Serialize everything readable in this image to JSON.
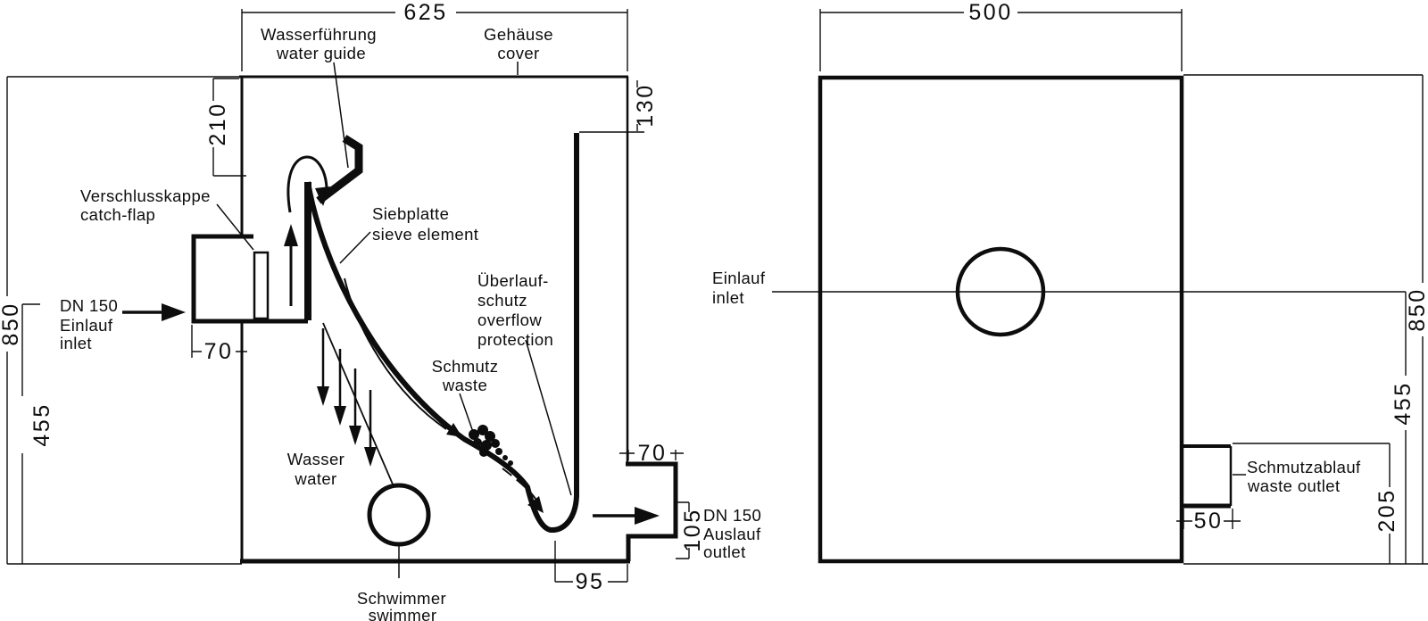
{
  "drawing": {
    "type": "technical-dimension-drawing",
    "ink_color": "#0d0d0d",
    "background": "#ffffff"
  },
  "side": {
    "dim_width": "625",
    "dim_guide": "210",
    "dim_overflow": "130",
    "dim_height": "850",
    "dim_water": "455",
    "dim_inlet_w": "70",
    "dim_outlet_w": "70",
    "dim_outlet_h": "105",
    "dim_trough": "95",
    "water_guide_de": "Wasserführung",
    "water_guide_en": "water guide",
    "cover_de": "Gehäuse",
    "cover_en": "cover",
    "catch_flap_de": "Verschlusskappe",
    "catch_flap_en": "catch-flap",
    "inlet_size": "DN 150",
    "inlet_de": "Einlauf",
    "inlet_en": "inlet",
    "sieve_de": "Siebplatte",
    "sieve_en": "sieve element",
    "overflow_de1": "Überlauf-",
    "overflow_de2": "schutz",
    "overflow_en1": "overflow",
    "overflow_en2": "protection",
    "waste_de": "Schmutz",
    "waste_en": "waste",
    "water_de": "Wasser",
    "water_en": "water",
    "swimmer_de": "Schwimmer",
    "swimmer_en": "swimmer",
    "outlet_size": "DN 150",
    "outlet_de": "Auslauf",
    "outlet_en": "outlet"
  },
  "front": {
    "dim_width": "500",
    "dim_height": "850",
    "dim_inlet": "455",
    "dim_outlet": "205",
    "dim_outlet_w": "50",
    "inlet_de": "Einlauf",
    "inlet_en": "inlet",
    "waste_outlet_de": "Schmutzablauf",
    "waste_outlet_en": "waste outlet"
  }
}
